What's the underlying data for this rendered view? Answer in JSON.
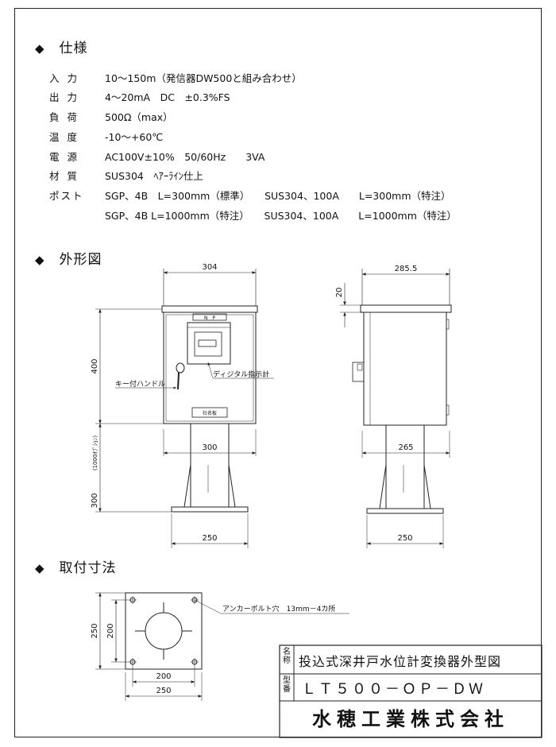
{
  "sections": {
    "spec": "仕様",
    "outline": "外形図",
    "mount": "取付寸法"
  },
  "spec_rows": [
    {
      "label": "入力",
      "value": "10～150m（発信器DW500と組み合わせ）"
    },
    {
      "label": "出力",
      "value": "4～20mA　DC　±0.3%FS"
    },
    {
      "label": "負荷",
      "value": "500Ω（max）"
    },
    {
      "label": "温度",
      "value": "-10～+60℃"
    },
    {
      "label": "電源",
      "value": "AC100V±10%　50/60Hz　　3VA"
    },
    {
      "label": "材質",
      "value": "SUS304　ﾍｱｰﾗｲﾝ仕上"
    },
    {
      "label": "ポスト",
      "value": "SGP、4B　L=300mm（標準）　　SUS304、100A　　L=300mm（特注）"
    },
    {
      "label": "",
      "value": "SGP、4B L=1000mm（特注）　　SUS304、100A　　L=1000mm（特注）"
    }
  ],
  "front": {
    "dim_top": "304",
    "dim_height": "400",
    "dim_mid": "300",
    "dim_post": "300",
    "dim_post_note": "(1000ｵﾌﾟｼｮﾝ)",
    "dim_base": "250",
    "label_np": "N　P",
    "label_name": "社名板",
    "callout_handle": "キー付ハンドル",
    "callout_display": "ディジタル指示計"
  },
  "side": {
    "dim_top": "285.5",
    "dim_lid": "20",
    "dim_mid": "265",
    "dim_base": "250"
  },
  "mount": {
    "dim_outer_h": "250",
    "dim_inner_h": "200",
    "dim_inner_w": "200",
    "dim_outer_w": "250",
    "callout": "アンカーボルト穴　13mm－4カ所"
  },
  "title_block": {
    "name_label_1": "名",
    "name_label_2": "称",
    "name": "投込式深井戸水位計変換器外型図",
    "model_label_1": "型",
    "model_label_2": "番",
    "model": "ＬＴ５００－ＯＰ－ＤＷ",
    "company": "水穂工業株式会社"
  }
}
